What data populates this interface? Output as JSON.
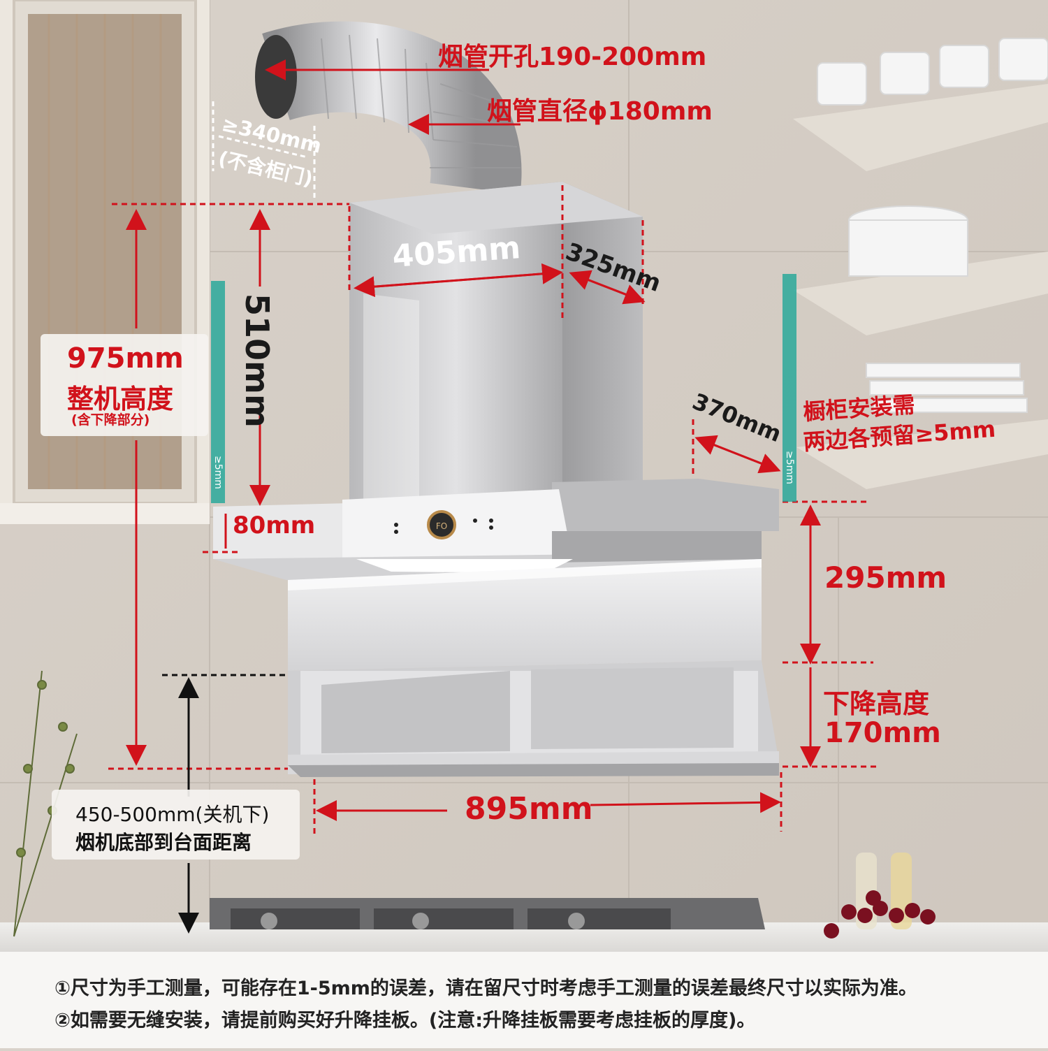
{
  "labels": {
    "pipe_hole": "烟管开孔190-200mm",
    "pipe_diameter": "烟管直径ϕ180mm",
    "clearance_top": "≥340mm",
    "clearance_top_note": "(不含柜门)",
    "width_top": "405mm",
    "depth_top": "325mm",
    "height_body": "510mm",
    "total_height_value": "975mm",
    "total_height_label": "整机高度",
    "total_height_note": "(含下降部分)",
    "gap_left": "≥5mm",
    "gap_right": "≥5mm",
    "panel_depth": "370mm",
    "cabinet_note_1": "橱柜安装需",
    "cabinet_note_2": "两边各预留≥5mm",
    "hood_top_height": "80mm",
    "front_height": "295mm",
    "drop_label": "下降高度",
    "drop_value": "170mm",
    "width_total": "895mm",
    "counter_distance": "450-500mm(关机下)",
    "counter_distance_label": "烟机底部到台面距离",
    "control_logo": "FO"
  },
  "notes": [
    "①尺寸为手工测量，可能存在1-5mm的误差，请在留尺寸时考虑手工测量的误差最终尺寸以实际为准。",
    "②如需要无缝安装，请提前购买好升降挂板。(注意:升降挂板需要考虑挂板的厚度)。"
  ],
  "colors": {
    "dimension": "#d1121b",
    "gap_marker": "#2aa89a",
    "steel": "#c8c8ca",
    "glass": "#e6e6e8"
  }
}
